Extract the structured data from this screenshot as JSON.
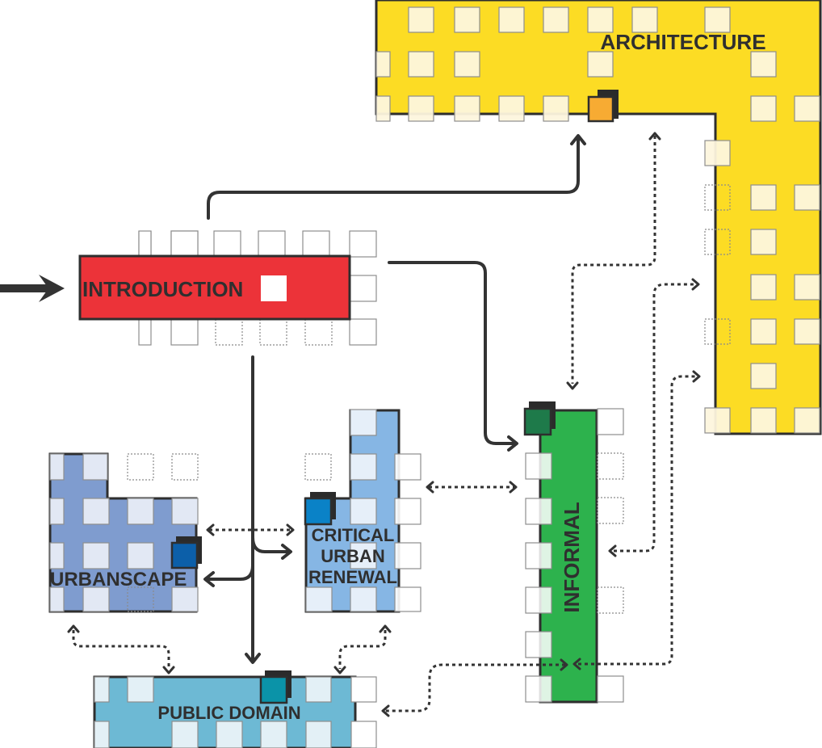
{
  "diagram": {
    "title": "",
    "entry_arrow": "entry",
    "nodes": [
      {
        "id": "architecture",
        "label": "ARCHITECTURE",
        "color": "#fcdc24",
        "marker_color": "#f7ab33"
      },
      {
        "id": "introduction",
        "label": "INTRODUCTION",
        "color": "#ec3339",
        "marker_color": "#ffffff"
      },
      {
        "id": "urbanscape",
        "label": "URBANSCAPE",
        "color": "#7f9ccf",
        "marker_color": "#0c5fa9"
      },
      {
        "id": "critical-urban-renewal",
        "label_lines": [
          "CRITICAL",
          "URBAN",
          "RENEWAL"
        ],
        "color": "#86b6e4",
        "marker_color": "#0a82c7"
      },
      {
        "id": "informal",
        "label": "INFORMAL",
        "color": "#2db24d",
        "marker_color": "#1e7a4a"
      },
      {
        "id": "public-domain",
        "label": "PUBLIC DOMAIN",
        "color": "#6db9d4",
        "marker_color": "#0b93a8"
      }
    ],
    "connections": [
      {
        "from": "introduction",
        "to": "architecture",
        "style": "solid"
      },
      {
        "from": "introduction",
        "to": "informal",
        "style": "solid"
      },
      {
        "from": "introduction",
        "to": "urbanscape",
        "style": "solid"
      },
      {
        "from": "introduction",
        "to": "critical-urban-renewal",
        "style": "solid"
      },
      {
        "from": "introduction",
        "to": "public-domain",
        "style": "solid"
      },
      {
        "from": "architecture",
        "to": "informal",
        "style": "dotted-bidirectional"
      },
      {
        "from": "informal",
        "to": "architecture",
        "style": "dotted-bidirectional"
      },
      {
        "from": "urbanscape",
        "to": "critical-urban-renewal",
        "style": "dotted-bidirectional"
      },
      {
        "from": "critical-urban-renewal",
        "to": "informal",
        "style": "dotted-bidirectional"
      },
      {
        "from": "urbanscape",
        "to": "public-domain",
        "style": "dotted-bidirectional"
      },
      {
        "from": "critical-urban-renewal",
        "to": "public-domain",
        "style": "dotted-bidirectional"
      },
      {
        "from": "informal",
        "to": "public-domain",
        "style": "dotted-bidirectional"
      },
      {
        "from": "architecture",
        "to": "informal",
        "style": "dotted-bidirectional-long"
      }
    ]
  }
}
